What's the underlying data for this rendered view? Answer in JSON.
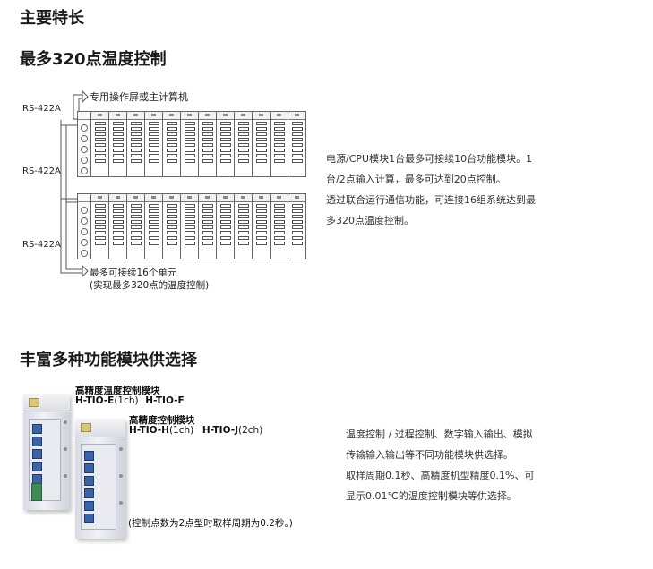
{
  "page_title": "主要特长",
  "section1": {
    "heading": "最多320点温度控制",
    "diagram": {
      "top_label": "专用操作屏或主计算机",
      "rs_label_1": "RS-422A",
      "rs_label_2": "RS-422A",
      "rs_label_3": "RS-422A",
      "bottom_label_1": "最多可接续16个单元",
      "bottom_label_2": "(实现最多320点的温度控制)"
    },
    "description": [
      "电源/CPU模块1台最多可接续10台功能模块。1",
      "台/2点输入计算，最多可达到20点控制。",
      "透过联合运行通信功能，可连接16组系统达到最",
      "多320点温度控制。"
    ]
  },
  "section2": {
    "heading": "丰富多种功能模块供选择",
    "product1": {
      "title": "高精度温度控制模块",
      "model_a": "H-TIO-E",
      "model_a_note": "(1ch)",
      "model_b": "H-TIO-F"
    },
    "product2": {
      "title": "高精度控制模块",
      "model_a": "H-TIO-H",
      "model_a_note": "(1ch)",
      "model_b": "H-TIO-J",
      "model_b_note": "(2ch)"
    },
    "caption": "(控制点数为2点型时取样周期为0.2秒。)",
    "description": [
      "温度控制 / 过程控制、数字输入输出、模拟",
      "传输输入输出等不同功能模块供选择。",
      "取样周期0.1秒、高精度机型精度0.1%、可",
      "显示0.01℃的温度控制模块等供选择。"
    ]
  },
  "colors": {
    "accent_blue": "#3a63a8",
    "heading": "#1a1a1a",
    "body_text": "#333333"
  }
}
